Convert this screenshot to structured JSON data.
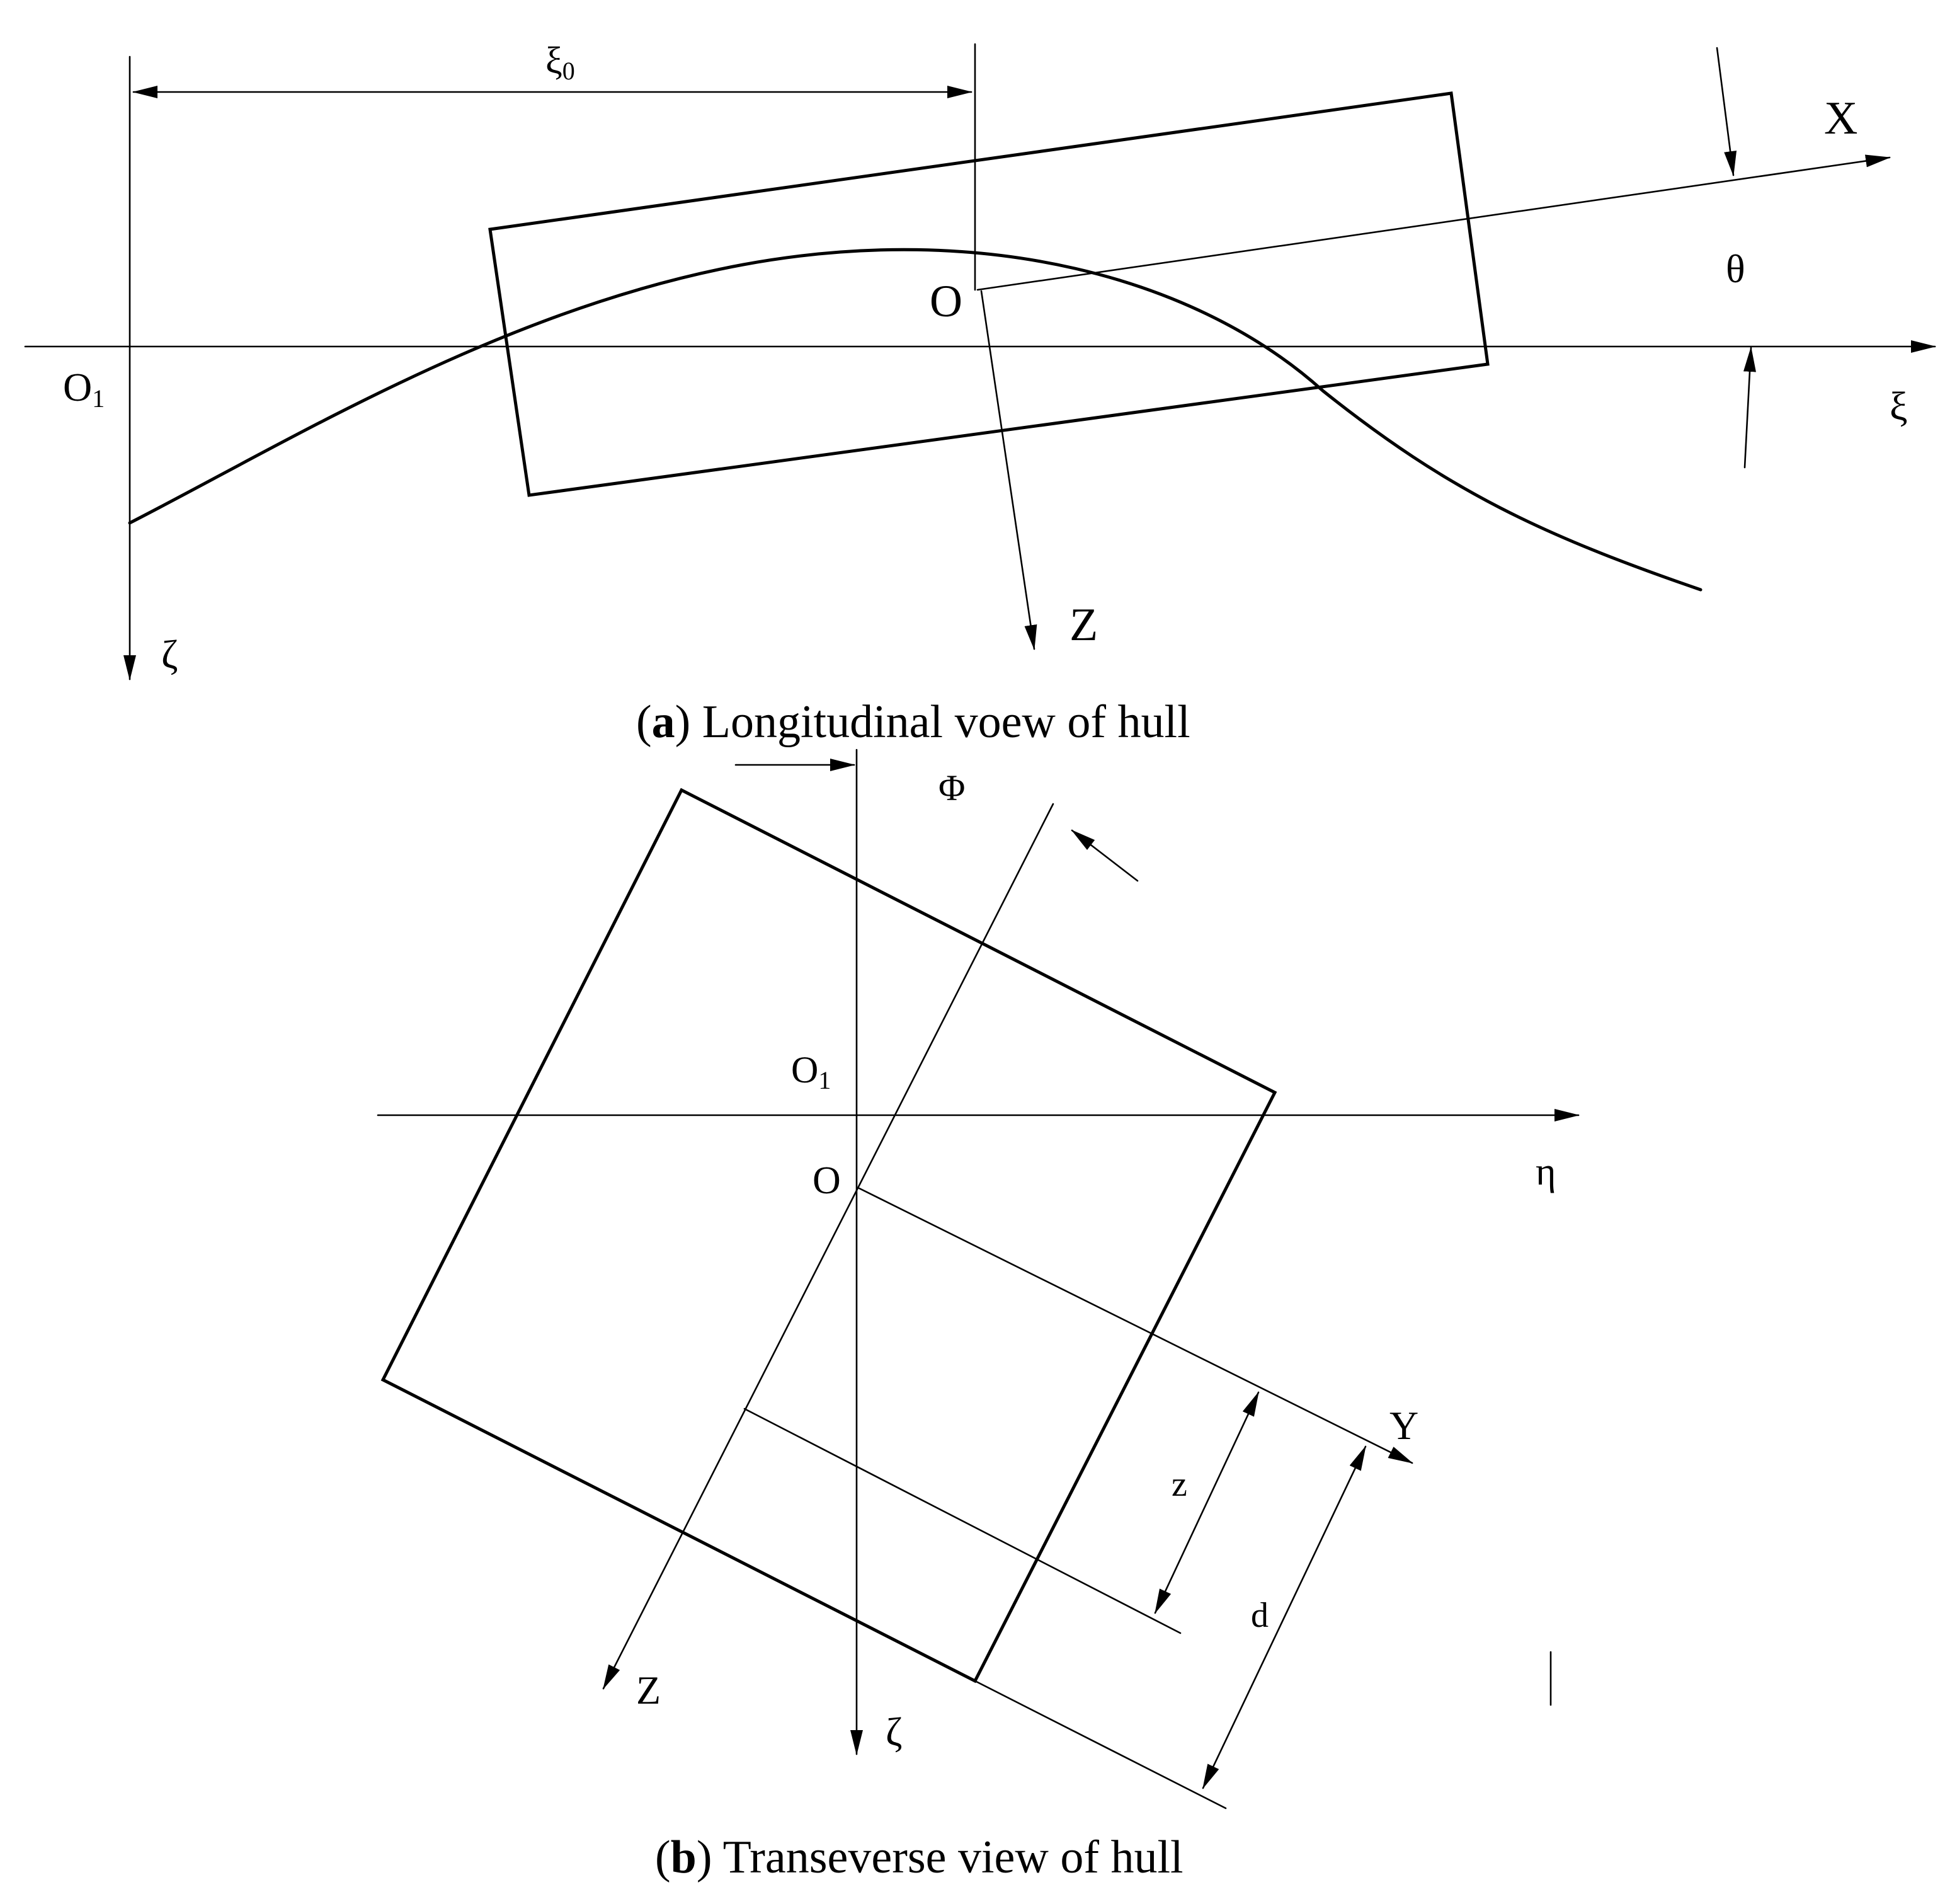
{
  "panel_a": {
    "caption_open": "(",
    "caption_letter": "a",
    "caption_rest": ") Longitudinal voew of hull",
    "labels": {
      "xi0_main": "ξ",
      "xi0_sub": "0",
      "X": "X",
      "theta": "θ",
      "O": "O",
      "O1_main": "O",
      "O1_sub": "1",
      "xi": "ξ",
      "zeta": "ζ",
      "Z": "Z"
    }
  },
  "panel_b": {
    "caption_open": "(",
    "caption_letter": "b",
    "caption_rest": ") Transeverse view of hull",
    "labels": {
      "phi": "Φ",
      "O1_main": "O",
      "O1_sub": "1",
      "O": "O",
      "eta": "η",
      "Y": "Y",
      "z": "z",
      "d": "d",
      "Z": "Z",
      "zeta": "ζ"
    }
  }
}
